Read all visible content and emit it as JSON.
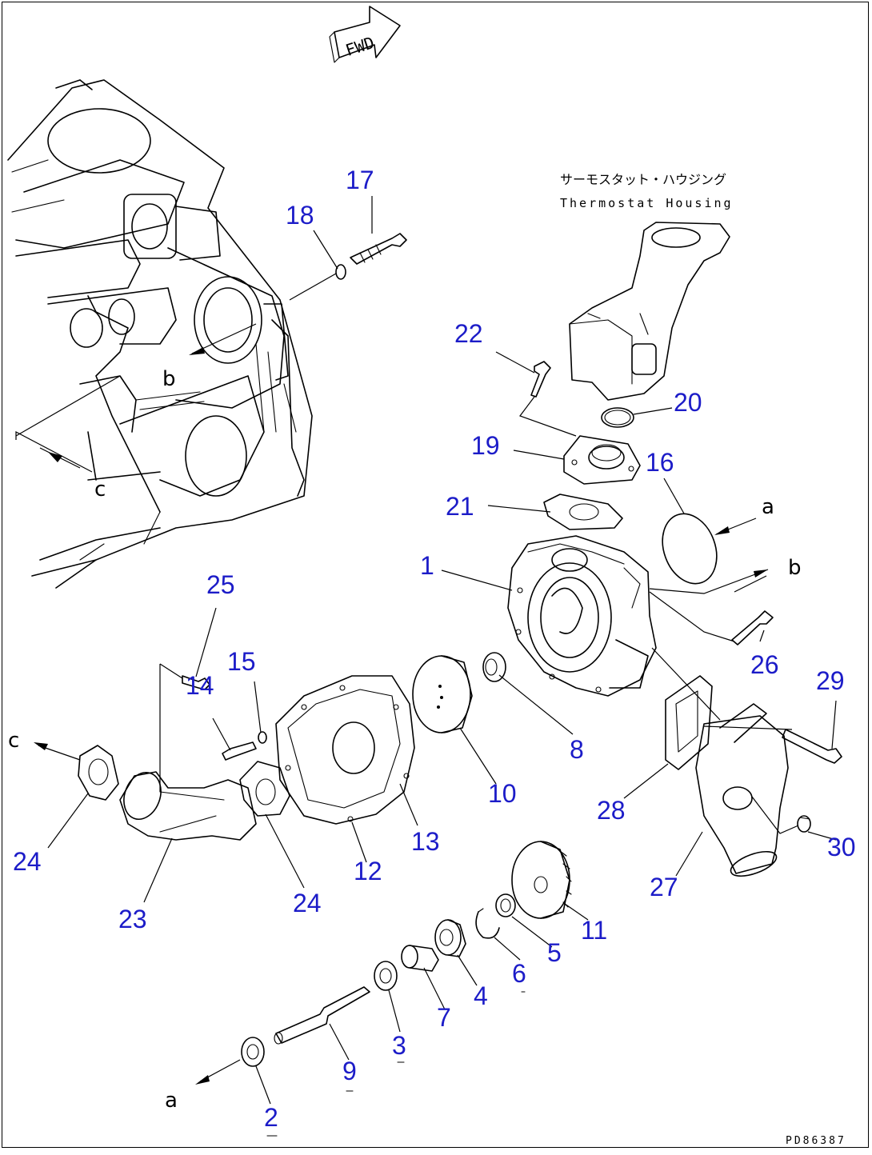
{
  "diagram": {
    "fwd_label": "FWD",
    "caption_jp": "サーモスタット・ハウジング",
    "caption_en": "Thermostat Housing",
    "drawing_code": "PD86387",
    "callout_color": "#1c1cc8",
    "callouts": [
      {
        "id": "c1",
        "label": "1"
      },
      {
        "id": "c2",
        "label": "2"
      },
      {
        "id": "c3",
        "label": "3"
      },
      {
        "id": "c4",
        "label": "4"
      },
      {
        "id": "c5",
        "label": "5"
      },
      {
        "id": "c6",
        "label": "6"
      },
      {
        "id": "c7",
        "label": "7"
      },
      {
        "id": "c8",
        "label": "8"
      },
      {
        "id": "c9",
        "label": "9"
      },
      {
        "id": "c10",
        "label": "10"
      },
      {
        "id": "c11",
        "label": "11"
      },
      {
        "id": "c12",
        "label": "12"
      },
      {
        "id": "c13",
        "label": "13"
      },
      {
        "id": "c14",
        "label": "14"
      },
      {
        "id": "c15",
        "label": "15"
      },
      {
        "id": "c16",
        "label": "16"
      },
      {
        "id": "c17",
        "label": "17"
      },
      {
        "id": "c18",
        "label": "18"
      },
      {
        "id": "c19",
        "label": "19"
      },
      {
        "id": "c20",
        "label": "20"
      },
      {
        "id": "c21",
        "label": "21"
      },
      {
        "id": "c22",
        "label": "22"
      },
      {
        "id": "c23",
        "label": "23"
      },
      {
        "id": "c24a",
        "label": "24"
      },
      {
        "id": "c24b",
        "label": "24"
      },
      {
        "id": "c25",
        "label": "25"
      },
      {
        "id": "c26",
        "label": "26"
      },
      {
        "id": "c27",
        "label": "27"
      },
      {
        "id": "c28",
        "label": "28"
      },
      {
        "id": "c29",
        "label": "29"
      },
      {
        "id": "c30",
        "label": "30"
      }
    ],
    "reference_marks": [
      {
        "id": "ra1",
        "label": "a"
      },
      {
        "id": "ra2",
        "label": "a"
      },
      {
        "id": "rb1",
        "label": "b"
      },
      {
        "id": "rb2",
        "label": "b"
      },
      {
        "id": "rc1",
        "label": "c"
      },
      {
        "id": "rc2",
        "label": "c"
      }
    ]
  }
}
